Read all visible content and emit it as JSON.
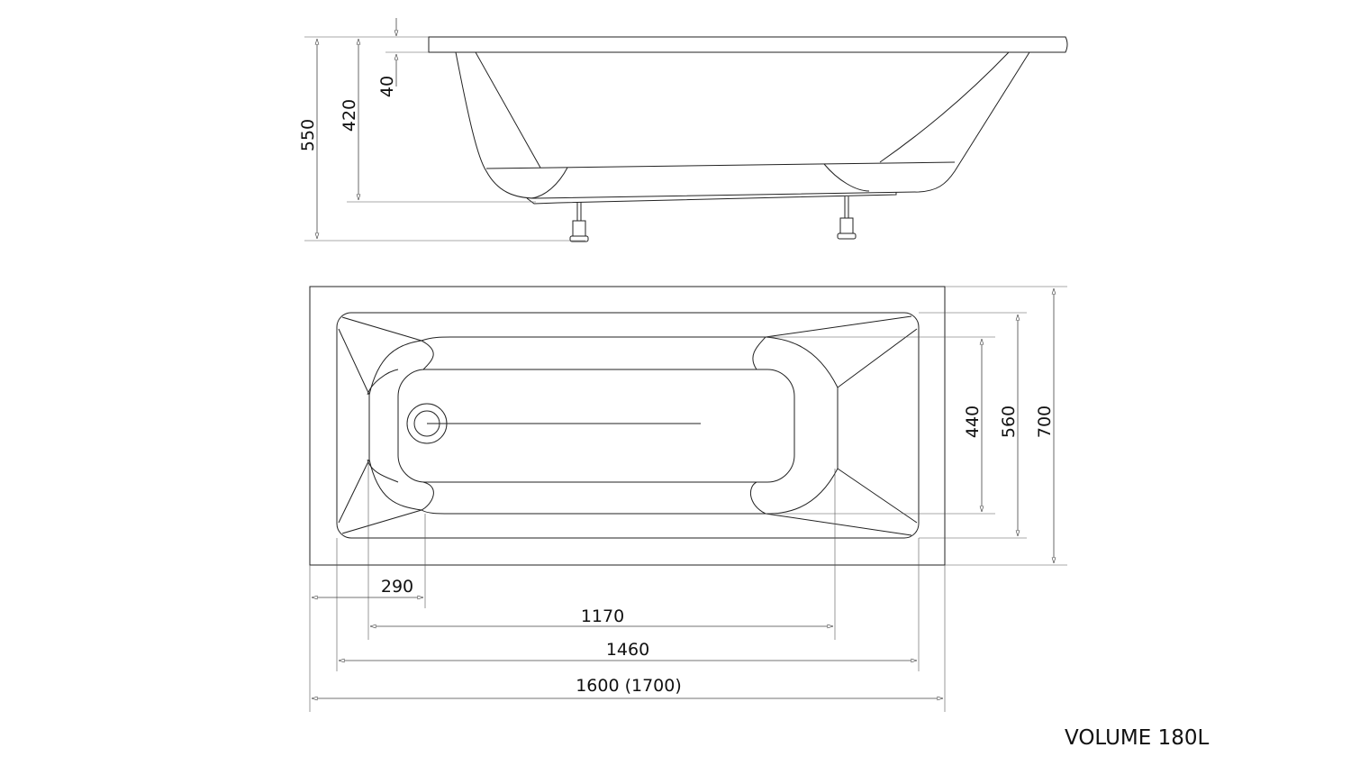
{
  "side_view": {
    "dimensions": {
      "overall_height": "550",
      "tub_height": "420",
      "rim_thickness": "40"
    }
  },
  "top_view": {
    "dimensions": {
      "overall_width": "700",
      "inner_width": "560",
      "floor_width": "440",
      "drain_offset": "290",
      "floor_length": "1170",
      "inner_length": "1460",
      "overall_length": "1600 (1700)"
    }
  },
  "volume_label": "VOLUME 180L",
  "colors": {
    "line": "#222222",
    "background": "#ffffff"
  }
}
